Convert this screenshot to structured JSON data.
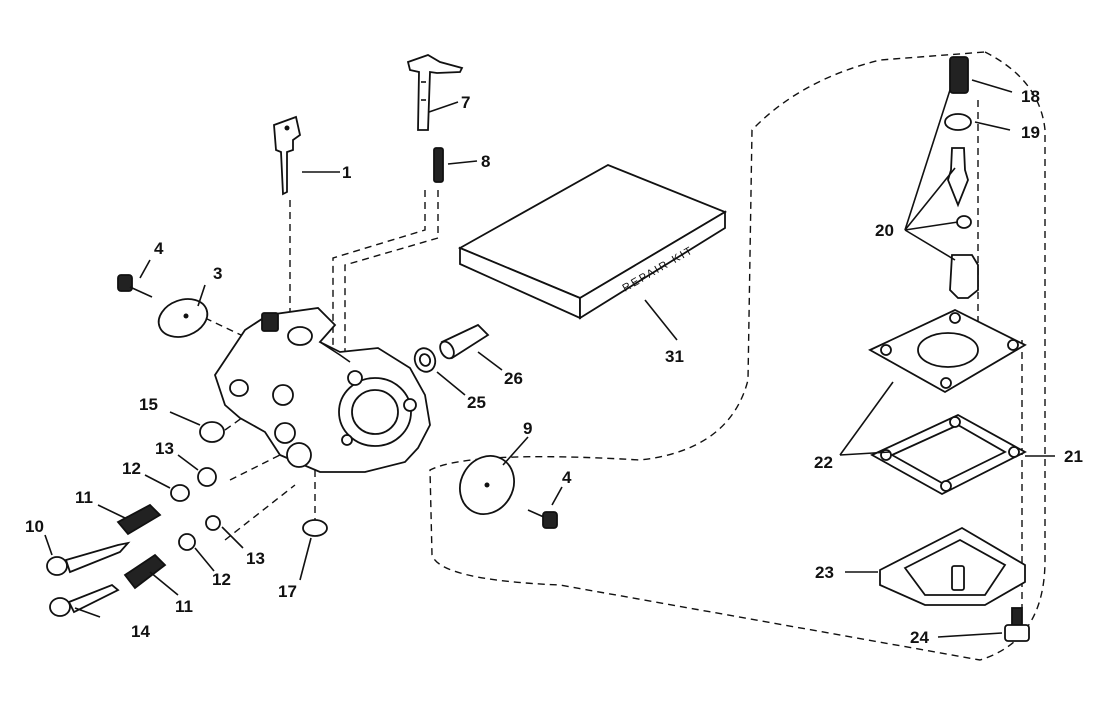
{
  "callouts": {
    "c1": "1",
    "c3": "3",
    "c4a": "4",
    "c4b": "4",
    "c7": "7",
    "c8": "8",
    "c9": "9",
    "c10": "10",
    "c11a": "11",
    "c11b": "11",
    "c12a": "12",
    "c12b": "12",
    "c13a": "13",
    "c13b": "13",
    "c14": "14",
    "c15": "15",
    "c17": "17",
    "c18": "18",
    "c19": "19",
    "c20": "20",
    "c21": "21",
    "c22": "22",
    "c23": "23",
    "c24": "24",
    "c25": "25",
    "c26": "26",
    "c31": "31"
  },
  "repair_kit_label": "REPAIR KIT"
}
